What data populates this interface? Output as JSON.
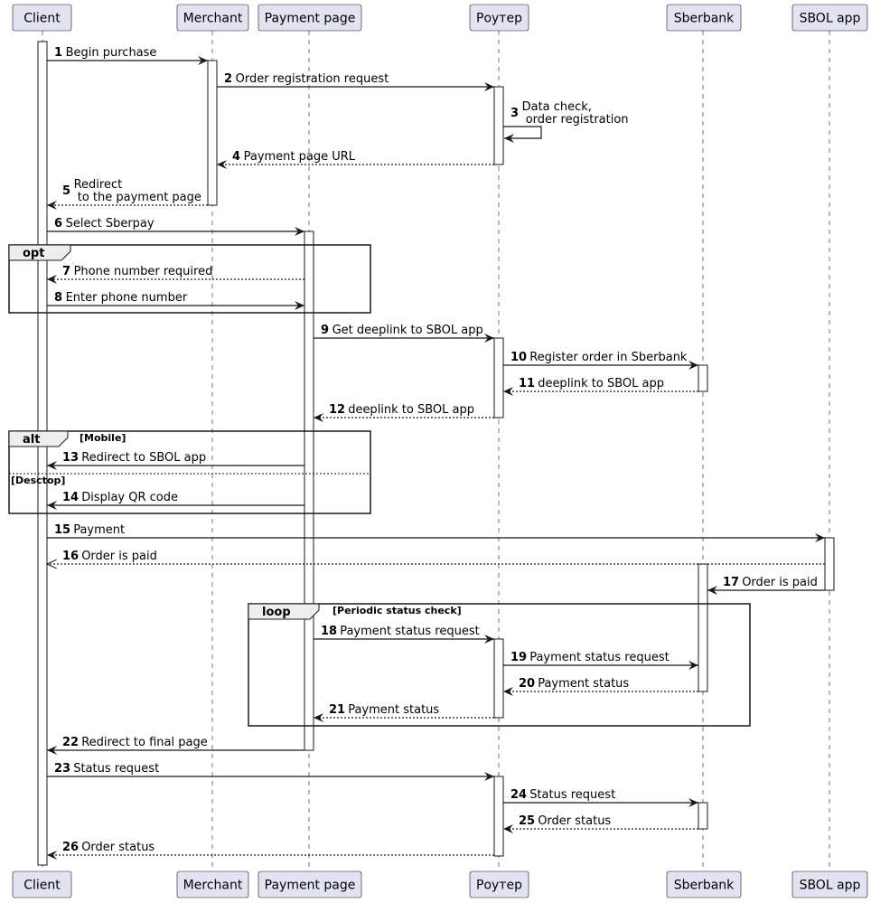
{
  "diagram": {
    "type": "sequence",
    "participants": [
      {
        "id": "client",
        "label": "Client"
      },
      {
        "id": "merchant",
        "label": "Merchant"
      },
      {
        "id": "payment_page",
        "label": "Payment page"
      },
      {
        "id": "router",
        "label": "Роутер"
      },
      {
        "id": "sberbank",
        "label": "Sberbank"
      },
      {
        "id": "sbol",
        "label": "SBOL app"
      }
    ],
    "messages": [
      {
        "num": "1",
        "from": "client",
        "to": "merchant",
        "lines": [
          "Begin purchase"
        ],
        "style": "solid"
      },
      {
        "num": "2",
        "from": "merchant",
        "to": "router",
        "lines": [
          "Order registration request"
        ],
        "style": "solid"
      },
      {
        "num": "3",
        "from": "router",
        "to": "router",
        "lines": [
          "Data check,",
          " order registration"
        ],
        "style": "solid"
      },
      {
        "num": "4",
        "from": "router",
        "to": "merchant",
        "lines": [
          "Payment page URL"
        ],
        "style": "dashed"
      },
      {
        "num": "5",
        "from": "merchant",
        "to": "client",
        "lines": [
          "Redirect",
          " to the payment page"
        ],
        "style": "dashed"
      },
      {
        "num": "6",
        "from": "client",
        "to": "payment_page",
        "lines": [
          "Select Sberpay"
        ],
        "style": "solid"
      },
      {
        "num": "7",
        "from": "payment_page",
        "to": "client",
        "lines": [
          "Phone number required"
        ],
        "style": "dashed"
      },
      {
        "num": "8",
        "from": "client",
        "to": "payment_page",
        "lines": [
          "Enter phone number"
        ],
        "style": "solid"
      },
      {
        "num": "9",
        "from": "payment_page",
        "to": "router",
        "lines": [
          "Get deeplink to SBOL app"
        ],
        "style": "solid"
      },
      {
        "num": "10",
        "from": "router",
        "to": "sberbank",
        "lines": [
          "Register order in Sberbank"
        ],
        "style": "solid"
      },
      {
        "num": "11",
        "from": "sberbank",
        "to": "router",
        "lines": [
          "deeplink to SBOL app"
        ],
        "style": "dashed"
      },
      {
        "num": "12",
        "from": "router",
        "to": "payment_page",
        "lines": [
          "deeplink to SBOL app"
        ],
        "style": "dashed"
      },
      {
        "num": "13",
        "from": "payment_page",
        "to": "client",
        "lines": [
          "Redirect to SBOL app"
        ],
        "style": "solid"
      },
      {
        "num": "14",
        "from": "payment_page",
        "to": "client",
        "lines": [
          "Display QR code"
        ],
        "style": "solid"
      },
      {
        "num": "15",
        "from": "client",
        "to": "sbol",
        "lines": [
          "Payment"
        ],
        "style": "solid"
      },
      {
        "num": "16",
        "from": "sbol",
        "to": "client",
        "lines": [
          "Order is paid"
        ],
        "style": "dashed-open"
      },
      {
        "num": "17",
        "from": "sbol",
        "to": "sberbank",
        "lines": [
          "Order is paid"
        ],
        "style": "solid"
      },
      {
        "num": "18",
        "from": "payment_page",
        "to": "router",
        "lines": [
          "Payment status request"
        ],
        "style": "solid"
      },
      {
        "num": "19",
        "from": "router",
        "to": "sberbank",
        "lines": [
          "Payment status request"
        ],
        "style": "solid"
      },
      {
        "num": "20",
        "from": "sberbank",
        "to": "router",
        "lines": [
          "Payment status"
        ],
        "style": "dashed"
      },
      {
        "num": "21",
        "from": "router",
        "to": "payment_page",
        "lines": [
          "Payment status"
        ],
        "style": "dashed"
      },
      {
        "num": "22",
        "from": "payment_page",
        "to": "client",
        "lines": [
          "Redirect to final page"
        ],
        "style": "solid"
      },
      {
        "num": "23",
        "from": "client",
        "to": "router",
        "lines": [
          "Status request"
        ],
        "style": "solid"
      },
      {
        "num": "24",
        "from": "router",
        "to": "sberbank",
        "lines": [
          "Status request"
        ],
        "style": "solid"
      },
      {
        "num": "25",
        "from": "sberbank",
        "to": "router",
        "lines": [
          "Order status"
        ],
        "style": "dashed"
      },
      {
        "num": "26",
        "from": "router",
        "to": "client",
        "lines": [
          "Order status"
        ],
        "style": "dashed"
      }
    ],
    "fragments": [
      {
        "kind": "opt",
        "guard": "",
        "covers": [
          "7",
          "8"
        ]
      },
      {
        "kind": "alt",
        "guard": "[Mobile]",
        "else_guard": "[Desctop]",
        "covers": [
          "13",
          "14"
        ]
      },
      {
        "kind": "loop",
        "guard": "[Periodic status check]",
        "covers": [
          "18",
          "21"
        ]
      }
    ],
    "colors": {
      "participant_fill": "#E2E2F0",
      "participant_border": "#181818",
      "line": "#181818",
      "fragment_header_fill": "#EEEEEE"
    }
  }
}
